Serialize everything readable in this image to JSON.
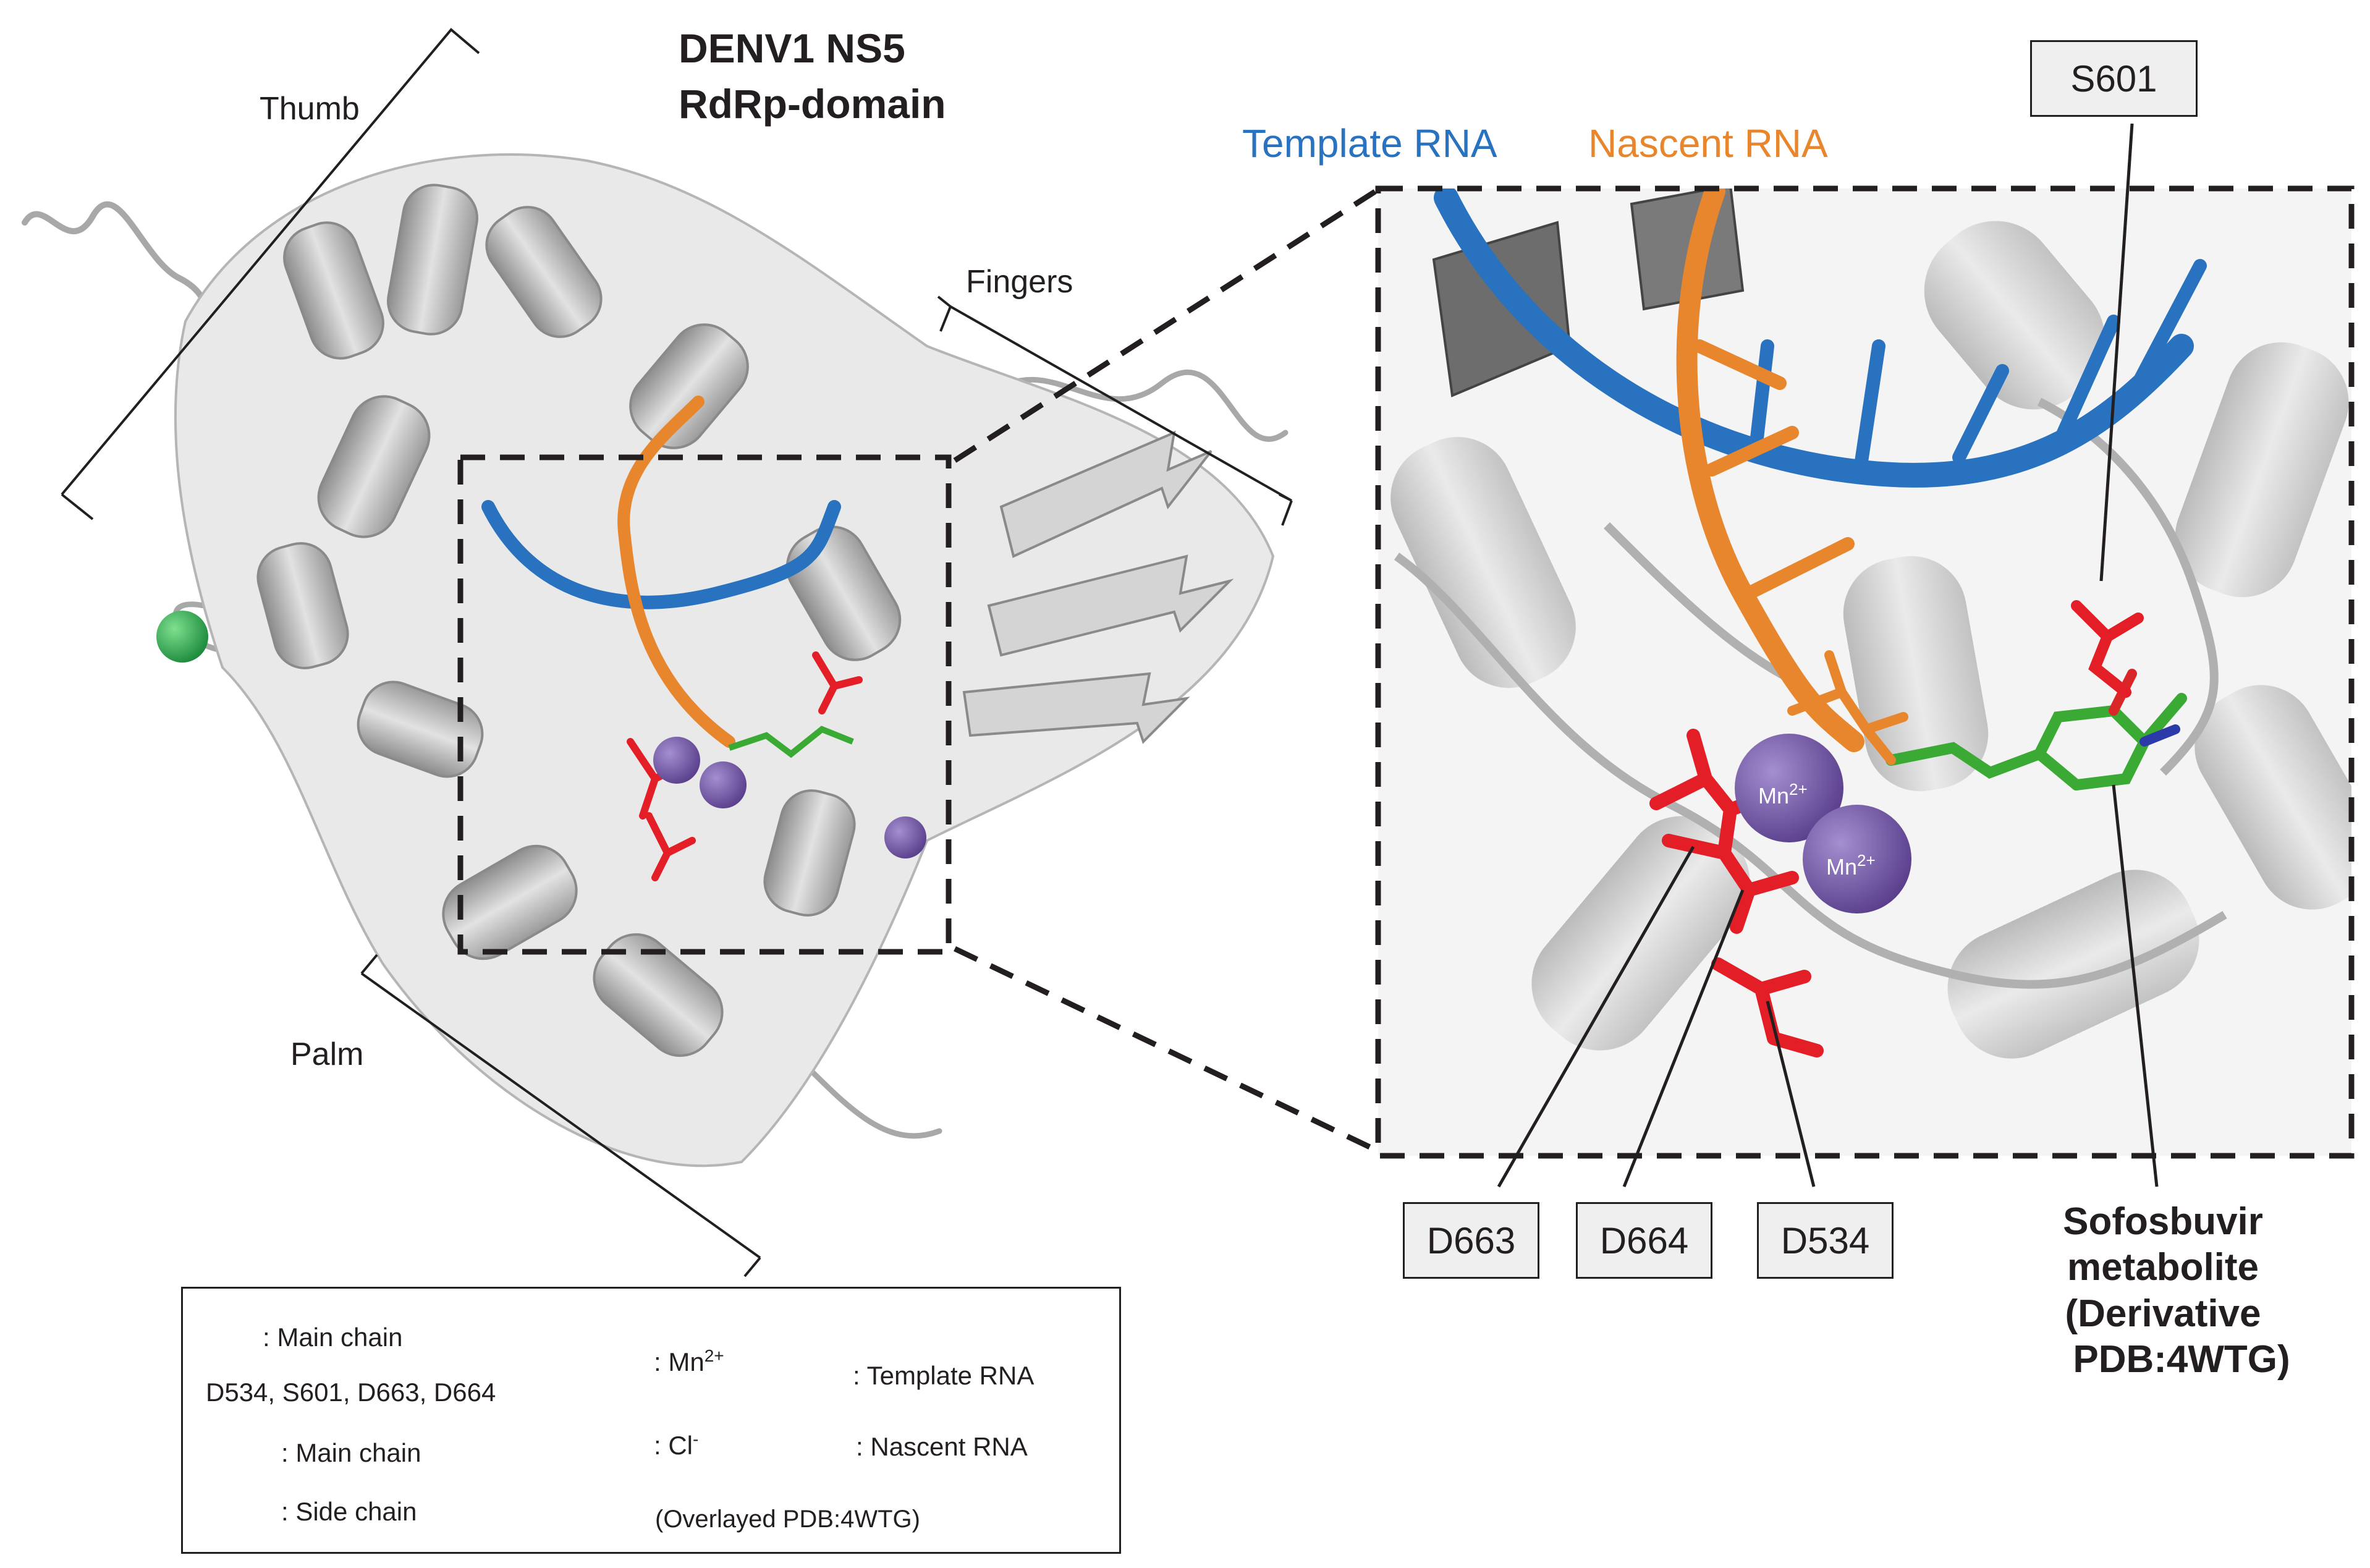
{
  "title": {
    "line1": "DENV1 NS5",
    "line2": "RdRp-domain"
  },
  "domains": {
    "thumb": "Thumb",
    "fingers": "Fingers",
    "palm": "Palm"
  },
  "rna_labels": {
    "template": "Template RNA",
    "nascent": "Nascent RNA"
  },
  "residues": {
    "s601": "S601",
    "d663": "D663",
    "d664": "D664",
    "d534": "D534"
  },
  "ion_label": "Mn",
  "ion_charge": "2+",
  "sofosbuvir": {
    "line1": "Sofosbuvir",
    "line2": "metabolite",
    "line3": "(Derivative",
    "line4": "PDB:4WTG)"
  },
  "legend": {
    "main_chain": ": Main chain",
    "residue_list": "D534, S601, D663, D664",
    "residue_main_chain": ": Main chain",
    "side_chain": ": Side chain",
    "mn_prefix": ": Mn",
    "mn_charge": "2+",
    "cl_prefix": ": Cl",
    "cl_charge": "-",
    "template_rna": ": Template RNA",
    "nascent_rna": ": Nascent RNA",
    "footnote": "(Overlayed PDB:4WTG)"
  },
  "colors": {
    "protein": "#c6c6c6",
    "template_rna": "#2872c0",
    "nascent_rna": "#e8862e",
    "residue": "#e41e26",
    "mn_ion": "#6b4c9a",
    "cl_ion": "#24a95a",
    "ligand": "#3aaa35"
  }
}
